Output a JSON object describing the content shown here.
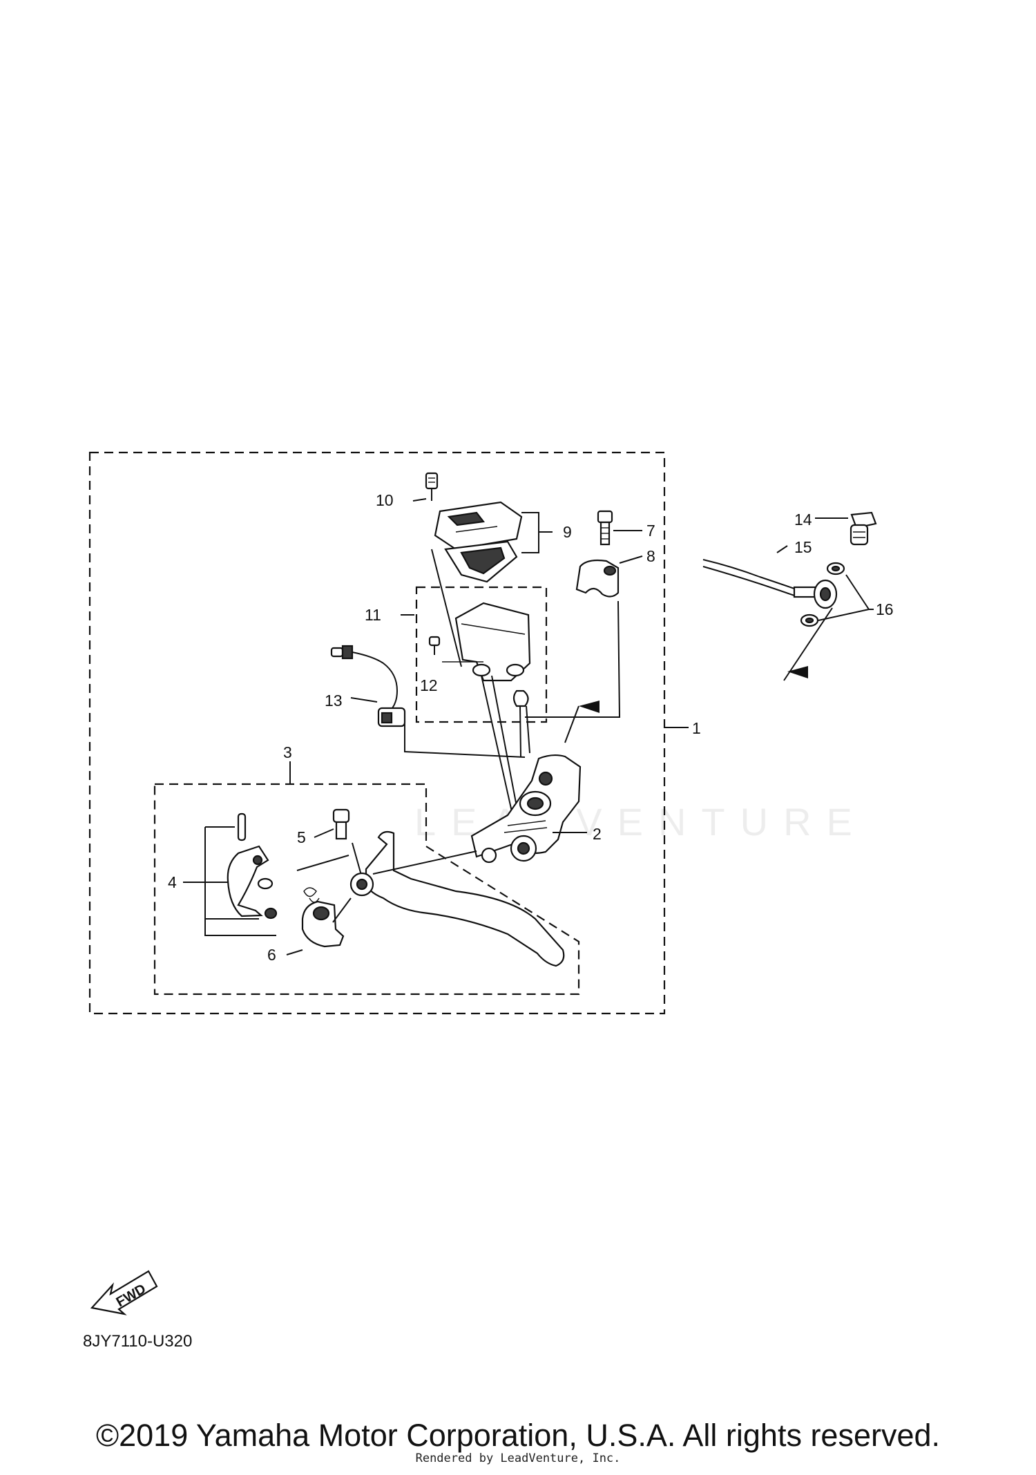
{
  "diagram": {
    "callouts": [
      "1",
      "2",
      "3",
      "4",
      "5",
      "6",
      "7",
      "8",
      "9",
      "10",
      "11",
      "12",
      "13",
      "14",
      "15",
      "16"
    ],
    "fwd_label": "FWD",
    "part_code": "8JY7110-U320",
    "watermark": "LEADVENTURE"
  },
  "footer": {
    "copyright": "©2019 Yamaha Motor Corporation, U.S.A. All rights reserved.",
    "render_credit": "Rendered by LeadVenture, Inc."
  }
}
